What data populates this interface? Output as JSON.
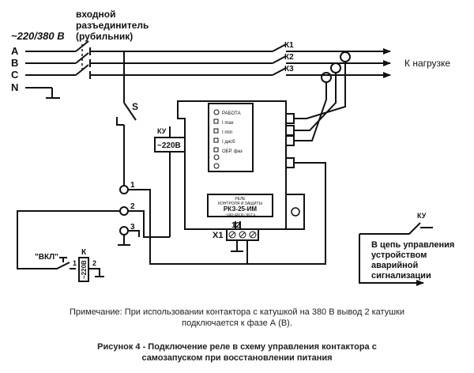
{
  "disconnector": {
    "line1": "входной",
    "line2": "разъединитель",
    "line3": "(рубильник)"
  },
  "supply": "~220/380 В",
  "phases": [
    "A",
    "B",
    "C",
    "N"
  ],
  "contacts": [
    "К1",
    "К2",
    "К3"
  ],
  "load_label": "К нагрузке",
  "switch_s": "S",
  "ku_top": "КУ",
  "ku_top_value": "~220В",
  "relay": {
    "indicators": [
      "РАБОТА",
      "I max",
      "I min",
      "I дисб",
      "ОБР. фаз"
    ],
    "plate_line1": "РЕЛЕ",
    "plate_line2": "КОНТРОЛЯ И ЗАЩИТЫ",
    "model": "РКЗ-25-ИМ",
    "spec": "~160-420 В   /   50 Гц"
  },
  "terminal_nums": [
    "1",
    "2",
    "3"
  ],
  "x1_label": "Х1",
  "x1_pins": "12",
  "button_label": "\"ВКЛ\"",
  "coil": {
    "name": "К",
    "value": "~220В",
    "pin1": "1",
    "pin2": "2"
  },
  "ku_bottom": "КУ",
  "alarm_lines": [
    "В цепь управления",
    "устройством",
    "аварийной",
    "сигнализации"
  ],
  "note": {
    "line1": "Примечание: При использовании контактора с катушкой на 380 В вывод 2 катушки",
    "line2": "подключается к фазе А (В)."
  },
  "caption": {
    "line1": "Рисунок 4 - Подключение реле в схему управления контактора с",
    "line2": "самозапуском при восстановлении питания"
  }
}
